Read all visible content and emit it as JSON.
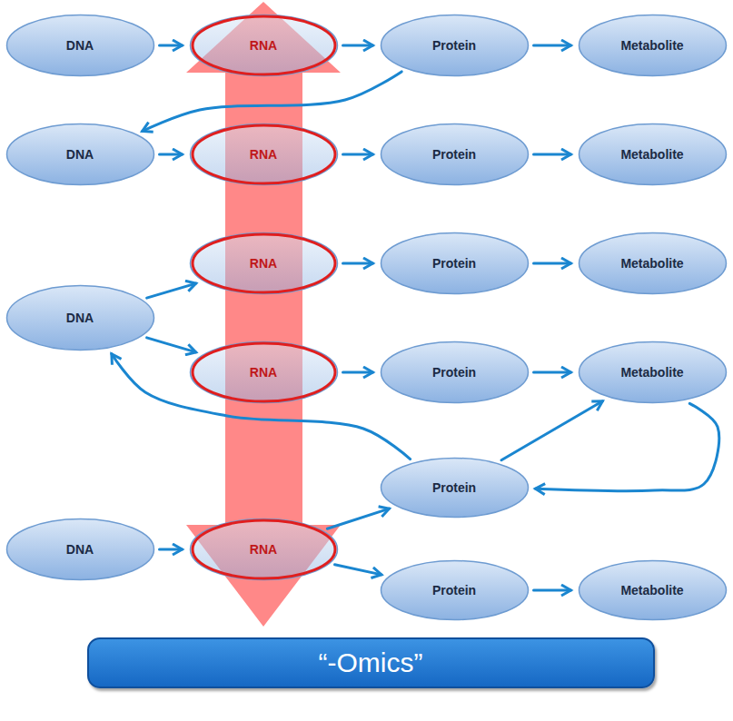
{
  "diagram": {
    "nodes": [
      {
        "text": [
          "DNA"
        ]
      },
      {
        "text": [
          "RNA"
        ]
      },
      {
        "text": [
          "Protein"
        ]
      },
      {
        "text": [
          "Metabolite"
        ]
      },
      {
        "text": [
          "DNA"
        ]
      },
      {
        "text": [
          "RNA"
        ]
      },
      {
        "text": [
          "Protein"
        ]
      },
      {
        "text": [
          "Metabolite"
        ]
      },
      {
        "text": [
          "RNA"
        ]
      },
      {
        "text": [
          "Protein"
        ]
      },
      {
        "text": [
          "Metabolite"
        ]
      },
      {
        "text": [
          "DNA"
        ]
      },
      {
        "text": [
          "RNA"
        ]
      },
      {
        "text": [
          "Protein"
        ]
      },
      {
        "text": [
          "Metabolite"
        ]
      },
      {
        "text": [
          "Protein"
        ]
      },
      {
        "text": [
          "DNA"
        ]
      },
      {
        "text": [
          "RNA"
        ]
      },
      {
        "text": [
          "Protein"
        ]
      },
      {
        "text": [
          "Metabolite"
        ]
      },
      {
        "text": [
          "“-Omics”"
        ]
      }
    ],
    "edges": [
      {
        "from": 0,
        "to": 1,
        "arrow": "to"
      },
      {
        "from": 1,
        "to": 2,
        "arrow": "to"
      },
      {
        "from": 2,
        "to": 3,
        "arrow": "to"
      },
      {
        "from": 2,
        "to": 4,
        "arrow": "to"
      },
      {
        "from": 4,
        "to": 5,
        "arrow": "to"
      },
      {
        "from": 5,
        "to": 6,
        "arrow": "to"
      },
      {
        "from": 6,
        "to": 7,
        "arrow": "to"
      },
      {
        "from": 11,
        "to": 8,
        "arrow": "to"
      },
      {
        "from": 11,
        "to": 12,
        "arrow": "to"
      },
      {
        "from": 8,
        "to": 9,
        "arrow": "to"
      },
      {
        "from": 9,
        "to": 10,
        "arrow": "to"
      },
      {
        "from": 12,
        "to": 13,
        "arrow": "to"
      },
      {
        "from": 13,
        "to": 14,
        "arrow": "to"
      },
      {
        "from": 15,
        "to": 11,
        "arrow": "to"
      },
      {
        "from": 15,
        "to": 14,
        "arrow": "to"
      },
      {
        "from": 14,
        "to": 15,
        "arrow": "to"
      },
      {
        "from": 16,
        "to": 17,
        "arrow": "to"
      },
      {
        "from": 17,
        "to": 15,
        "arrow": "to"
      },
      {
        "from": 17,
        "to": 18,
        "arrow": "to"
      },
      {
        "from": 18,
        "to": 19,
        "arrow": "to"
      }
    ]
  }
}
